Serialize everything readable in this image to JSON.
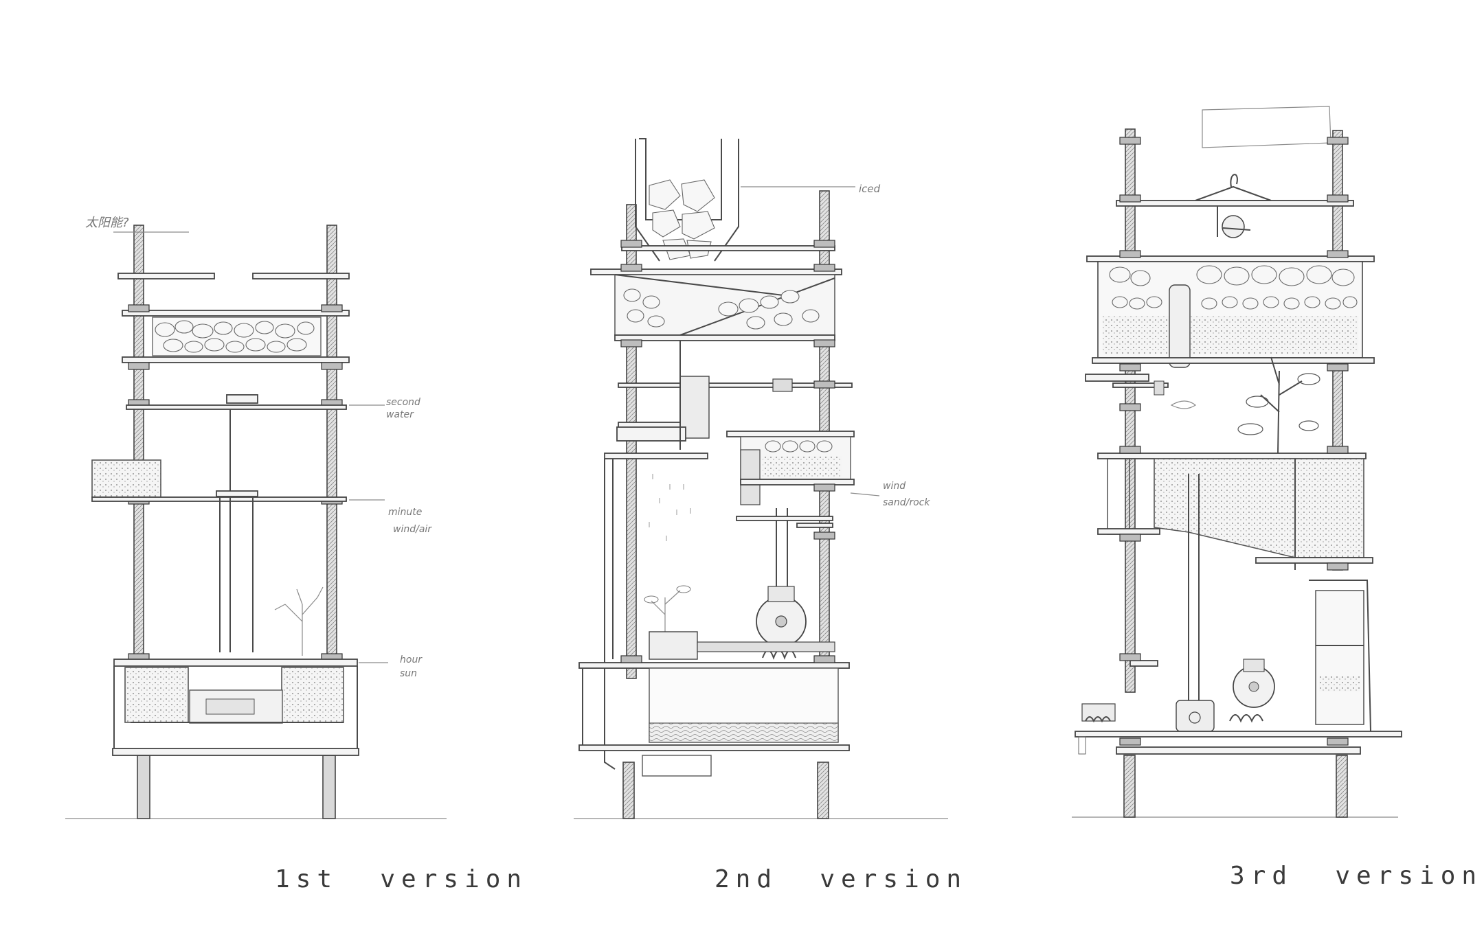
{
  "captions": {
    "v1": "1st  version",
    "v2": "2nd  version",
    "v3": "3rd  version"
  },
  "annotations": {
    "v1_top_question": "太阳能?",
    "v1_second": "second",
    "v1_water": "water",
    "v1_minute": "minute",
    "v1_wind_air": "wind/air",
    "v1_hour": "hour",
    "v1_sun": "sun",
    "v2_iced": "iced",
    "v2_wind": "wind",
    "v2_sand_rock": "sand/rock"
  },
  "colors": {
    "pencil": "#4a4a4a",
    "paper": "#ffffff"
  }
}
